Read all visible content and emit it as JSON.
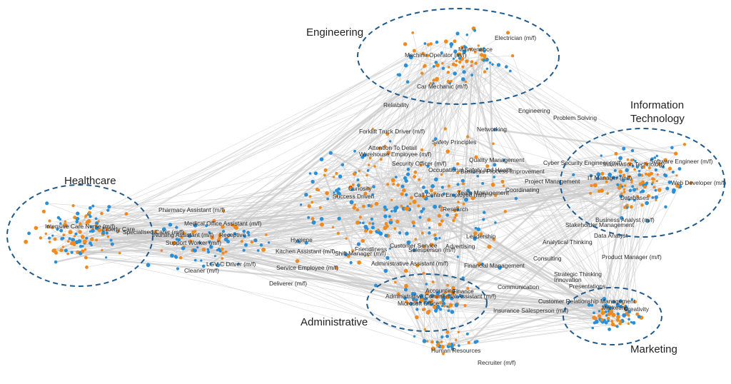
{
  "colors": {
    "occupation": "#2b8fd6",
    "skill": "#f08a1c",
    "edge": "#cfcfcf",
    "cluster_outline": "#1f5a8c"
  },
  "clusters": [
    {
      "id": "engineering",
      "title_lines": [
        "Engineering"
      ]
    },
    {
      "id": "healthcare",
      "title_lines": [
        "Healthcare"
      ]
    },
    {
      "id": "it",
      "title_lines": [
        "Information",
        "Technology"
      ]
    },
    {
      "id": "administrative",
      "title_lines": [
        "Administrative"
      ]
    },
    {
      "id": "marketing",
      "title_lines": [
        "Marketing"
      ]
    }
  ],
  "labels": [
    "Electrician (m/f)",
    "Maintenance",
    "Machine Operator (m/f)",
    "Car Mechanic (m/f)",
    "Reliability",
    "Engineering",
    "Problem Solving",
    "Forklift Truck Driver (m/f)",
    "Networking",
    "Attention To Detail",
    "Safety Principles",
    "Warehouse Employee (m/f)",
    "Security Officer (m/f)",
    "Quality Management",
    "Cyber Security Engineer (m/f)",
    "Information Technology",
    "Software Engineer (m/f)",
    "Occupational Safety and Health",
    "Business Process Improvement",
    "IT Manager (m/f)",
    "Project Management",
    "Web Developer (m/f)",
    "Curiosity",
    "Success Driven",
    "Team Management",
    "Coordinating",
    "Call Centre Employee (m/f)",
    "Databases",
    "Research",
    "Pharmacy Assistant (m/f)",
    "Medical Office Assistant (m/f)",
    "Business Analyst (m/f)",
    "Stakeholder Management",
    "Intensive Care Nurse (m/f)",
    "Elderly Care",
    "Specialised Carer (m/f)",
    "Nursing Assistant (m/f)",
    "Receptive",
    "Data Analyst",
    "Leadership",
    "Support Worker (m/f)",
    "Hygiene",
    "Customer Service",
    "Consulting",
    "Advertising",
    "Analytical Thinking",
    "Friendliness",
    "Salesperson (m/f)",
    "Kitchen Assistant (m/f)",
    "Shift Manager (m/f)",
    "Product Manager (m/f)",
    "LGV C Driver (m/f)",
    "Administrative Assistant (m/f)",
    "Financial Management",
    "Cleaner (m/f)",
    "Service Employee (m/f)",
    "Strategic Thinking",
    "Innovation",
    "Presentations",
    "Deliverer (m/f)",
    "Accounting",
    "Finance",
    "Communication",
    "Administrative Commercial Assistant (m/f)",
    "Customer Relationship Management",
    "Microsoft Office",
    "Marketing",
    "Creativity",
    "Insurance Salesperson (m/f)",
    "Human Resources",
    "Recruiter (m/f)"
  ]
}
